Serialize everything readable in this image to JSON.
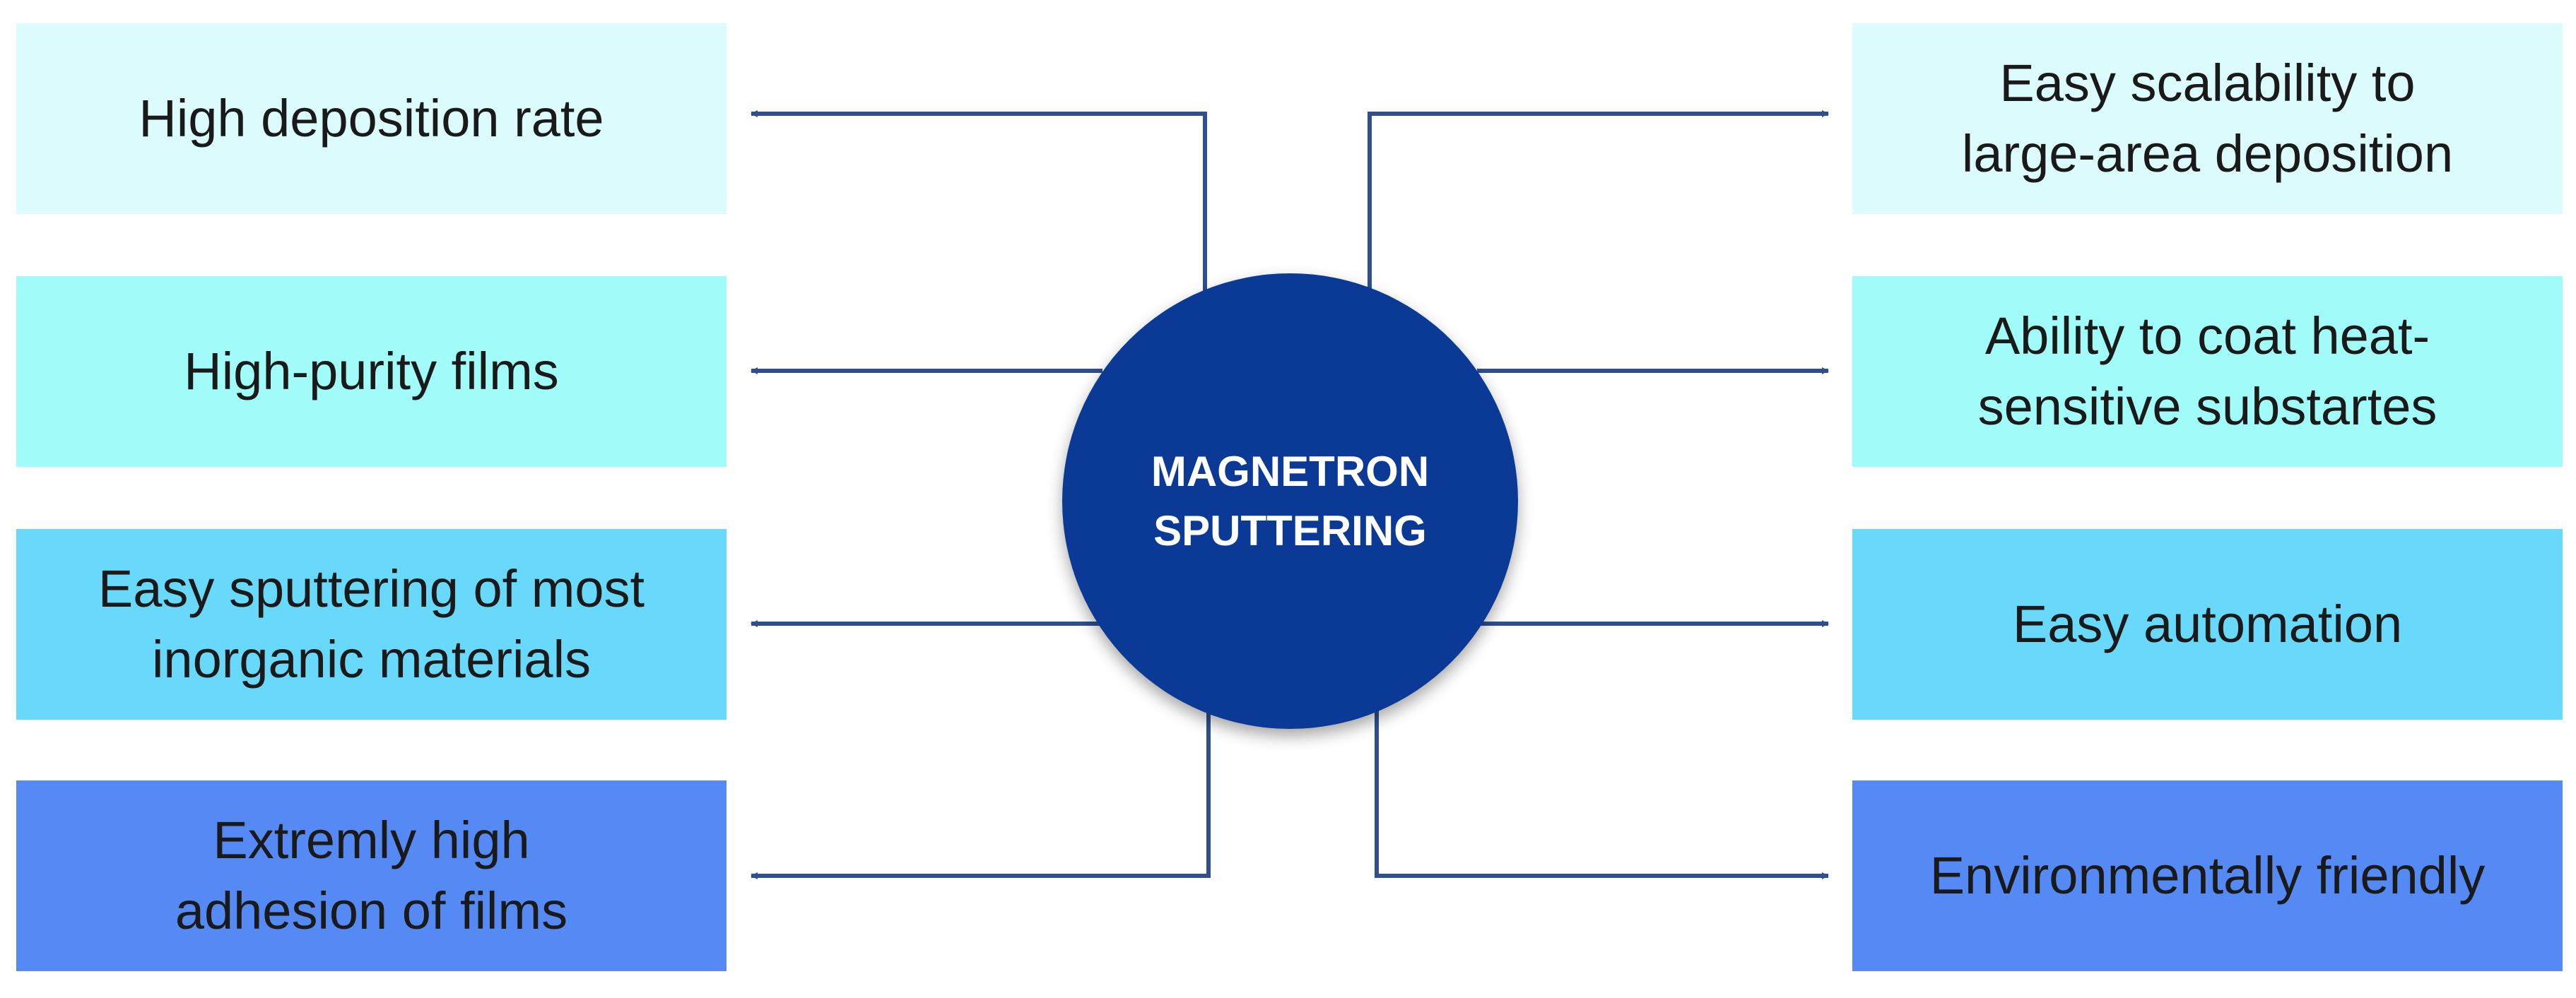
{
  "hub": {
    "label": "MAGNETRON\nSPUTTERING",
    "color": "#0a3a96"
  },
  "connector_color": "#2f4f8f",
  "colors": {
    "tier1": "#dcfbfc",
    "tier2": "#a0fbf9",
    "tier3": "#69d9fb",
    "tier4": "#5589f3"
  },
  "left_items": [
    {
      "label": "High deposition rate"
    },
    {
      "label": "High-purity films"
    },
    {
      "label": "Easy sputtering of most\ninorganic materials"
    },
    {
      "label": "Extremly high\nadhesion of films"
    }
  ],
  "right_items": [
    {
      "label": "Easy scalability to\nlarge-area deposition"
    },
    {
      "label": "Ability to coat heat-\nsensitive substartes"
    },
    {
      "label": "Easy automation"
    },
    {
      "label": "Environmentally friendly"
    }
  ]
}
